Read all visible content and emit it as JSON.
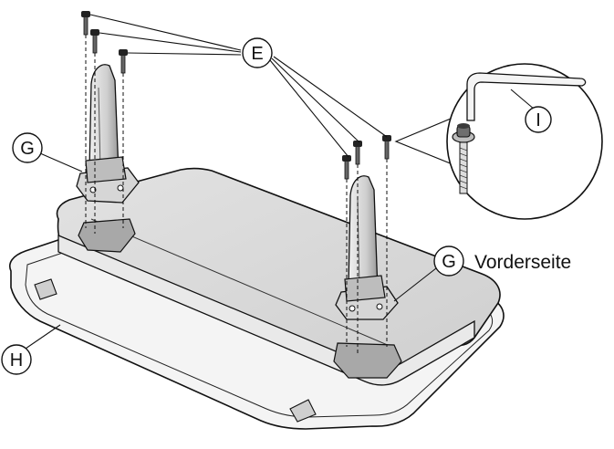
{
  "labels": {
    "screws": "E",
    "pedestal": "G",
    "base": "H",
    "hex_key": "I"
  },
  "caption": {
    "front_side": "Vorderseite"
  },
  "colors": {
    "line": "#111111",
    "base_top": "#d9d9d9",
    "base_edge": "#eeeeee",
    "part_light": "#dcdcdc",
    "part_mid": "#bdbdbd",
    "part_dark": "#8c8c8c"
  }
}
